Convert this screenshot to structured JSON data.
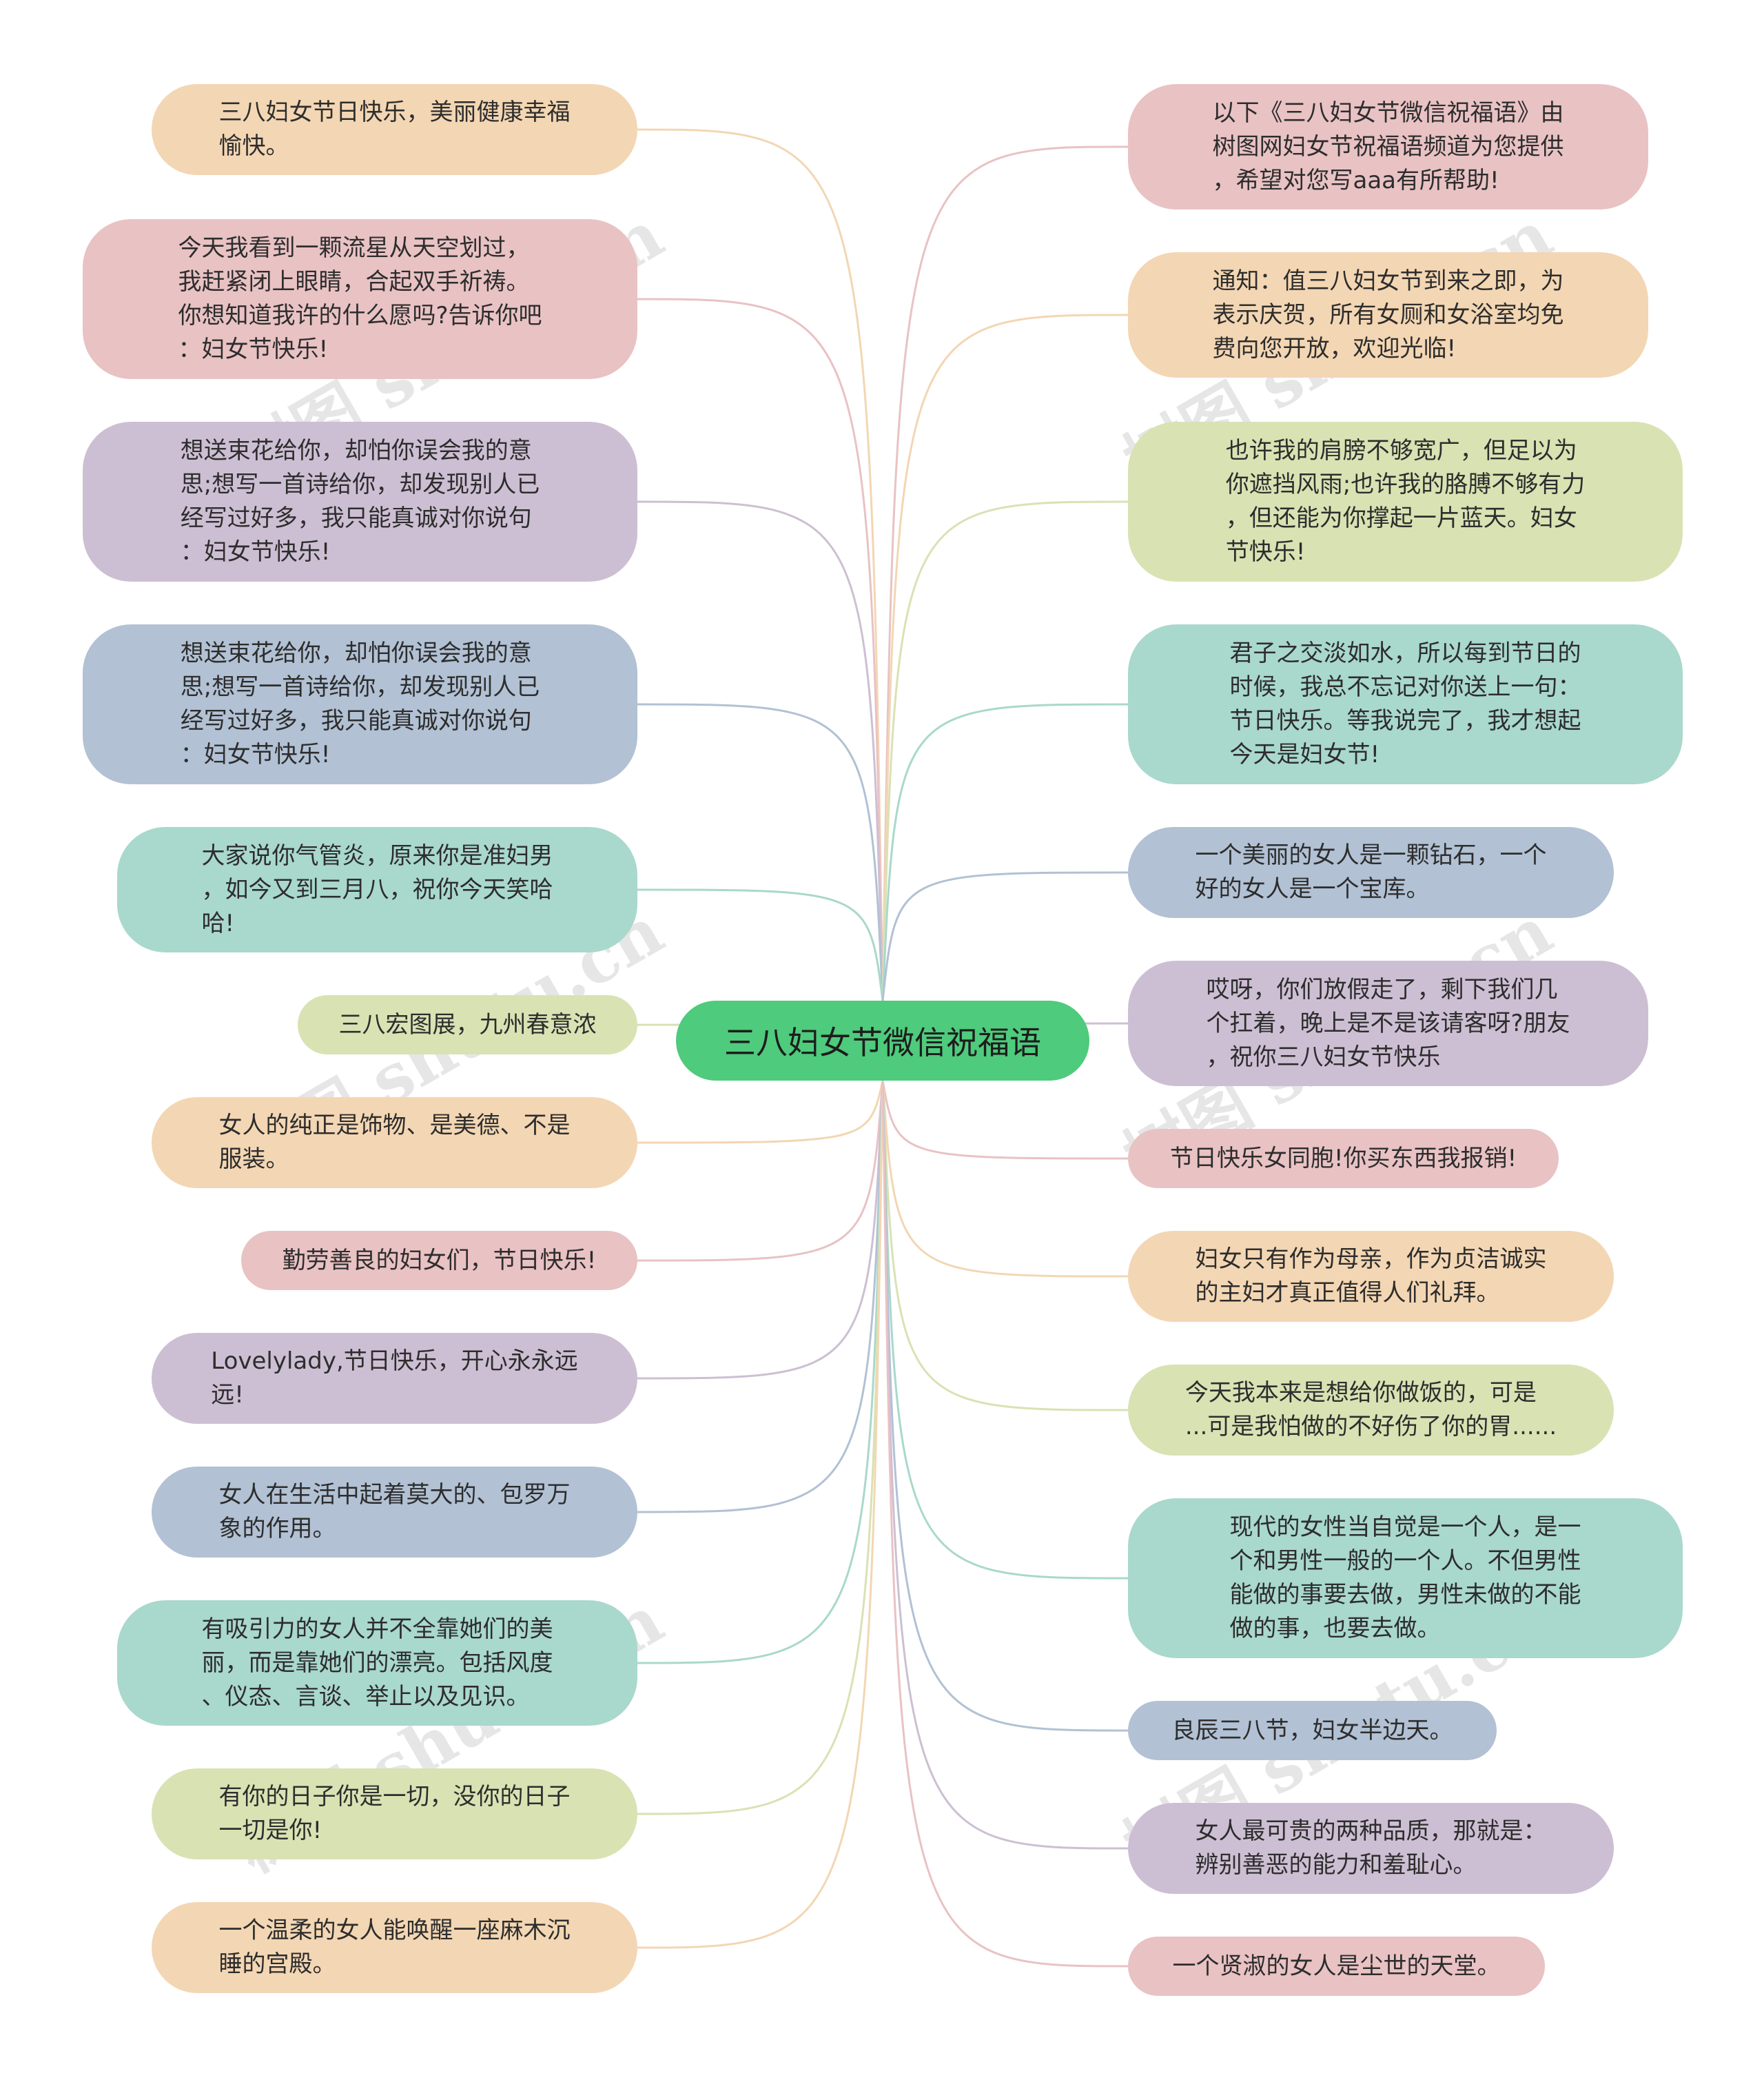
{
  "center": {
    "label": "三八妇女节微信祝福语"
  },
  "colors": {
    "orange": "#f3d6b3",
    "pink": "#e9c2c4",
    "purple": "#cdbfd3",
    "blue": "#b2c1d4",
    "teal": "#a9d8cc",
    "green": "#d9e2b3",
    "center": "#4ecb7c"
  },
  "watermark": "树图 shutu.cn",
  "left": [
    {
      "text": "三八妇女节日快乐，美丽健康幸福\n愉快。",
      "color": "orange"
    },
    {
      "text": "今天我看到一颗流星从天空划过，\n我赶紧闭上眼睛，合起双手祈祷。\n你想知道我许的什么愿吗?告诉你吧\n：妇女节快乐!",
      "color": "pink"
    },
    {
      "text": "想送束花给你，却怕你误会我的意\n思;想写一首诗给你，却发现别人已\n经写过好多，我只能真诚对你说句\n：妇女节快乐!",
      "color": "purple"
    },
    {
      "text": "想送束花给你，却怕你误会我的意\n思;想写一首诗给你，却发现别人已\n经写过好多，我只能真诚对你说句\n：妇女节快乐!",
      "color": "blue"
    },
    {
      "text": "大家说你气管炎，原来你是准妇男\n，如今又到三月八，祝你今天笑哈\n哈!",
      "color": "teal"
    },
    {
      "text": "三八宏图展，九州春意浓",
      "color": "green"
    },
    {
      "text": "女人的纯正是饰物、是美德、不是\n服装。",
      "color": "orange"
    },
    {
      "text": "勤劳善良的妇女们，节日快乐!",
      "color": "pink"
    },
    {
      "text": "Lovelylady,节日快乐，开心永永远\n远!",
      "color": "purple"
    },
    {
      "text": "女人在生活中起着莫大的、包罗万\n象的作用。",
      "color": "blue"
    },
    {
      "text": "有吸引力的女人并不全靠她们的美\n丽，而是靠她们的漂亮。包括风度\n、仪态、言谈、举止以及见识。",
      "color": "teal"
    },
    {
      "text": "有你的日子你是一切，没你的日子\n一切是你!",
      "color": "green"
    },
    {
      "text": "一个温柔的女人能唤醒一座麻木沉\n睡的宫殿。",
      "color": "orange"
    }
  ],
  "right": [
    {
      "text": "以下《三八妇女节微信祝福语》由\n树图网妇女节祝福语频道为您提供\n，希望对您写aaa有所帮助!",
      "color": "pink"
    },
    {
      "text": "通知：值三八妇女节到来之即，为\n表示庆贺，所有女厕和女浴室均免\n费向您开放，欢迎光临!",
      "color": "orange"
    },
    {
      "text": "也许我的肩膀不够宽广，但足以为\n你遮挡风雨;也许我的胳膊不够有力\n，但还能为你撑起一片蓝天。妇女\n节快乐!",
      "color": "green"
    },
    {
      "text": "君子之交淡如水，所以每到节日的\n时候，我总不忘记对你送上一句：\n节日快乐。等我说完了，我才想起\n今天是妇女节!",
      "color": "teal"
    },
    {
      "text": "一个美丽的女人是一颗钻石，一个\n好的女人是一个宝库。",
      "color": "blue"
    },
    {
      "text": "哎呀，你们放假走了，剩下我们几\n个扛着，晚上是不是该请客呀?朋友\n，祝你三八妇女节快乐",
      "color": "purple"
    },
    {
      "text": "节日快乐女同胞!你买东西我报销!",
      "color": "pink"
    },
    {
      "text": "妇女只有作为母亲，作为贞洁诚实\n的主妇才真正值得人们礼拜。",
      "color": "orange"
    },
    {
      "text": "今天我本来是想给你做饭的，可是\n...可是我怕做的不好伤了你的胃......",
      "color": "green"
    },
    {
      "text": "现代的女性当自觉是一个人，是一\n个和男性一般的一个人。不但男性\n能做的事要去做，男性未做的不能\n做的事，也要去做。",
      "color": "teal"
    },
    {
      "text": "良辰三八节，妇女半边天。",
      "color": "blue"
    },
    {
      "text": "女人最可贵的两种品质，那就是：\n辨别善恶的能力和羞耻心。",
      "color": "purple"
    },
    {
      "text": "一个贤淑的女人是尘世的天堂。",
      "color": "pink"
    }
  ]
}
